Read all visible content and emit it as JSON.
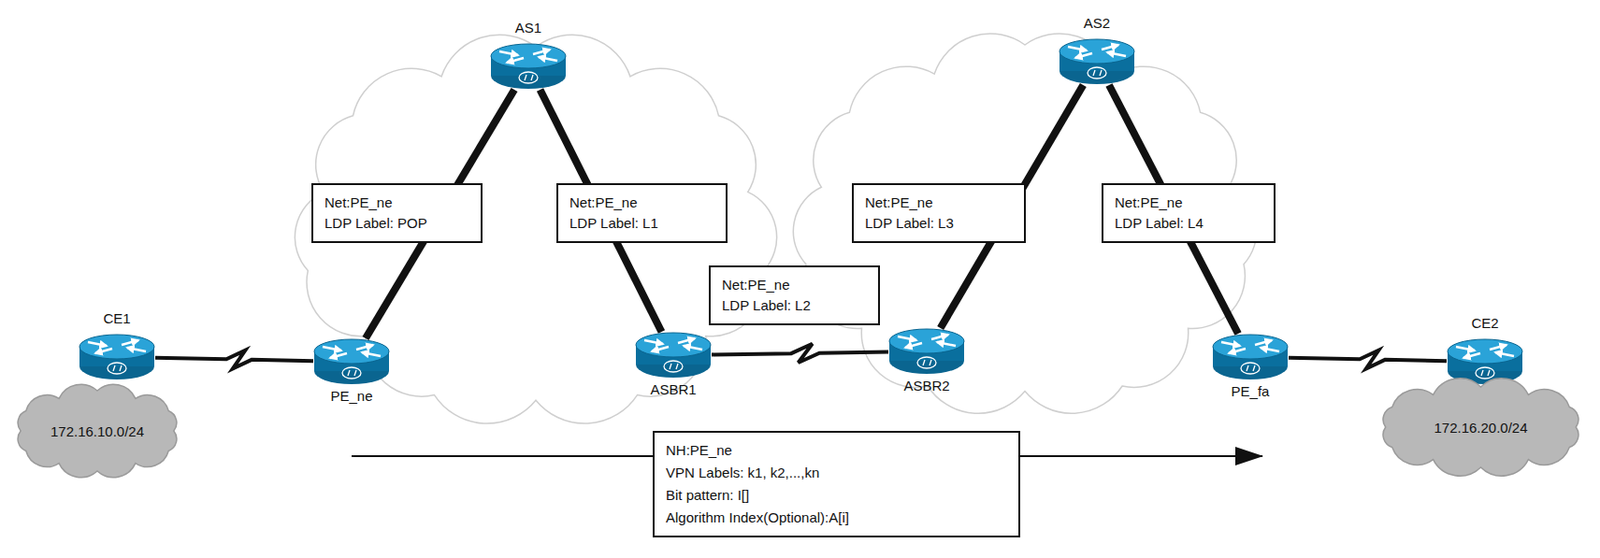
{
  "diagram": {
    "nodes": [
      {
        "text": [
          "AS1"
        ]
      },
      {
        "text": [
          "AS2"
        ]
      },
      {
        "text": [
          "Net:PE_ne",
          "LDP Label: POP"
        ]
      },
      {
        "text": [
          "Net:PE_ne",
          "LDP Label: L1"
        ]
      },
      {
        "text": [
          "Net:PE_ne",
          "LDP Label: L3"
        ]
      },
      {
        "text": [
          "Net:PE_ne",
          "LDP Label: L4"
        ]
      },
      {
        "text": [
          "Net:PE_ne",
          "LDP Label: L2"
        ]
      },
      {
        "text": [
          "CE1"
        ]
      },
      {
        "text": [
          "PE_ne"
        ]
      },
      {
        "text": [
          "ASBR1"
        ]
      },
      {
        "text": [
          "ASBR2"
        ]
      },
      {
        "text": [
          "PE_fa"
        ]
      },
      {
        "text": [
          "CE2"
        ]
      },
      {
        "text": [
          "172.16.10.0/24"
        ]
      },
      {
        "text": [
          "172.16.20.0/24"
        ]
      },
      {
        "text": [
          "NH:PE_ne",
          "VPN Labels: k1, k2,...,kn",
          "Bit pattern: I[]",
          "Algorithm Index(Optional):A[i]"
        ]
      }
    ],
    "edges": [
      {
        "from": 7,
        "to": 8,
        "arrow": "none"
      },
      {
        "from": 8,
        "to": 0,
        "arrow": "none"
      },
      {
        "from": 0,
        "to": 9,
        "arrow": "none"
      },
      {
        "from": 9,
        "to": 10,
        "arrow": "none"
      },
      {
        "from": 10,
        "to": 1,
        "arrow": "none"
      },
      {
        "from": 1,
        "to": 11,
        "arrow": "none"
      },
      {
        "from": 11,
        "to": 12,
        "arrow": "none"
      }
    ]
  }
}
